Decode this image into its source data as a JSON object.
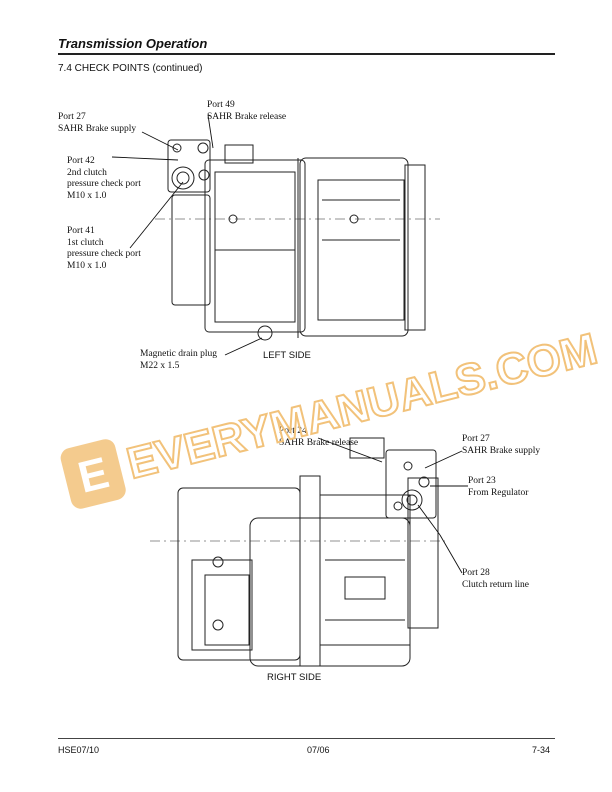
{
  "header": {
    "title": "Transmission Operation",
    "section": "7.4   CHECK POINTS (continued)"
  },
  "left_view": {
    "side_label": "LEFT SIDE",
    "callouts": [
      {
        "text": "Port 49\nSAHR Brake release"
      },
      {
        "text": "Port 27\nSAHR Brake supply"
      },
      {
        "text": "Port 42\n2nd clutch\npressure check port\nM10 x 1.0"
      },
      {
        "text": "Port 41\n1st clutch\npressure check port\nM10 x 1.0"
      },
      {
        "text": "Magnetic drain plug\nM22 x 1.5"
      }
    ]
  },
  "right_view": {
    "side_label": "RIGHT SIDE",
    "callouts": [
      {
        "text": "Port 24\nSAHR Brake release"
      },
      {
        "text": "Port 27\nSAHR Brake supply"
      },
      {
        "text": "Port 23\nFrom Regulator"
      },
      {
        "text": "Port 28\nClutch return line"
      }
    ]
  },
  "watermark": {
    "letter": "E",
    "text": "EVERYMANUALS.COM",
    "color": "#f2c27a"
  },
  "footer": {
    "left": "HSE07/10",
    "center": "07/06",
    "right": "7-34"
  }
}
